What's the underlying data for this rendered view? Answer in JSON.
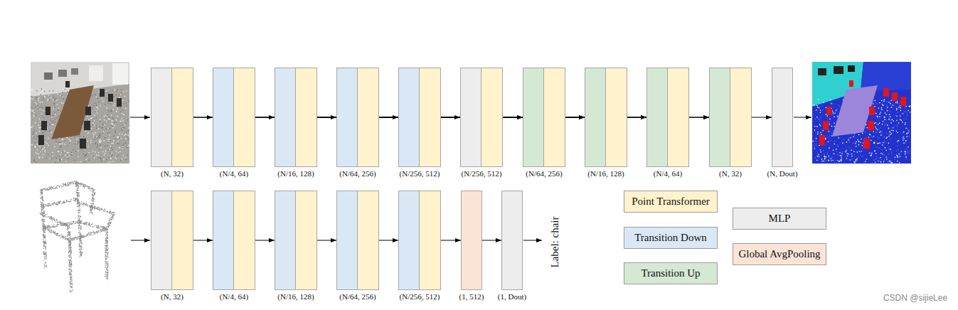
{
  "diagram": {
    "nodes": [
      {
        "text": [
          "(N, 32)"
        ]
      },
      {
        "text": [
          "(N/4, 64)"
        ]
      },
      {
        "text": [
          "(N/16, 128)"
        ]
      },
      {
        "text": [
          "(N/64, 256)"
        ]
      },
      {
        "text": [
          "(N/256, 512)"
        ]
      },
      {
        "text": [
          "(N/256, 512)"
        ]
      },
      {
        "text": [
          "(N/64, 256)"
        ]
      },
      {
        "text": [
          "(N/16, 128)"
        ]
      },
      {
        "text": [
          "(N/4, 64)"
        ]
      },
      {
        "text": [
          "(N, 32)"
        ]
      },
      {
        "text": [
          "(N, Dout)"
        ]
      },
      {
        "text": [
          "(N, 32)"
        ]
      },
      {
        "text": [
          "(N/4, 64)"
        ]
      },
      {
        "text": [
          "(N/16, 128)"
        ]
      },
      {
        "text": [
          "(N/64, 256)"
        ]
      },
      {
        "text": [
          "(N/256, 512)"
        ]
      },
      {
        "text": [
          "(1, 512)"
        ]
      },
      {
        "text": [
          "(1, Dout)"
        ]
      }
    ],
    "edges": [
      {
        "from": 0,
        "to": 1,
        "arrow": "to"
      },
      {
        "from": 1,
        "to": 2,
        "arrow": "to"
      },
      {
        "from": 2,
        "to": 3,
        "arrow": "to"
      },
      {
        "from": 3,
        "to": 4,
        "arrow": "to"
      },
      {
        "from": 4,
        "to": 5,
        "arrow": "to"
      },
      {
        "from": 5,
        "to": 6,
        "arrow": "to"
      },
      {
        "from": 6,
        "to": 7,
        "arrow": "to"
      },
      {
        "from": 7,
        "to": 8,
        "arrow": "to"
      },
      {
        "from": 8,
        "to": 9,
        "arrow": "to"
      },
      {
        "from": 9,
        "to": 10,
        "arrow": "to"
      },
      {
        "from": 0,
        "to": 9,
        "arrow": "to"
      },
      {
        "from": 1,
        "to": 8,
        "arrow": "to"
      },
      {
        "from": 2,
        "to": 7,
        "arrow": "to"
      },
      {
        "from": 3,
        "to": 6,
        "arrow": "to"
      },
      {
        "from": 11,
        "to": 12,
        "arrow": "to"
      },
      {
        "from": 12,
        "to": 13,
        "arrow": "to"
      },
      {
        "from": 13,
        "to": 14,
        "arrow": "to"
      },
      {
        "from": 14,
        "to": 15,
        "arrow": "to"
      },
      {
        "from": 15,
        "to": 16,
        "arrow": "to"
      },
      {
        "from": 16,
        "to": 17,
        "arrow": "to"
      }
    ],
    "labels": [
      "Label: chair",
      "CSDN @sijieLee"
    ],
    "legend": [
      {
        "text": "Point Transformer",
        "color": "#fff2cc"
      },
      {
        "text": "Transition Down",
        "color": "#dae8f5"
      },
      {
        "text": "Transition Up",
        "color": "#d5e8d4"
      },
      {
        "text": "MLP",
        "color": "#ededed"
      },
      {
        "text": "Global AvgPooling",
        "color": "#fbe3d6"
      }
    ]
  }
}
